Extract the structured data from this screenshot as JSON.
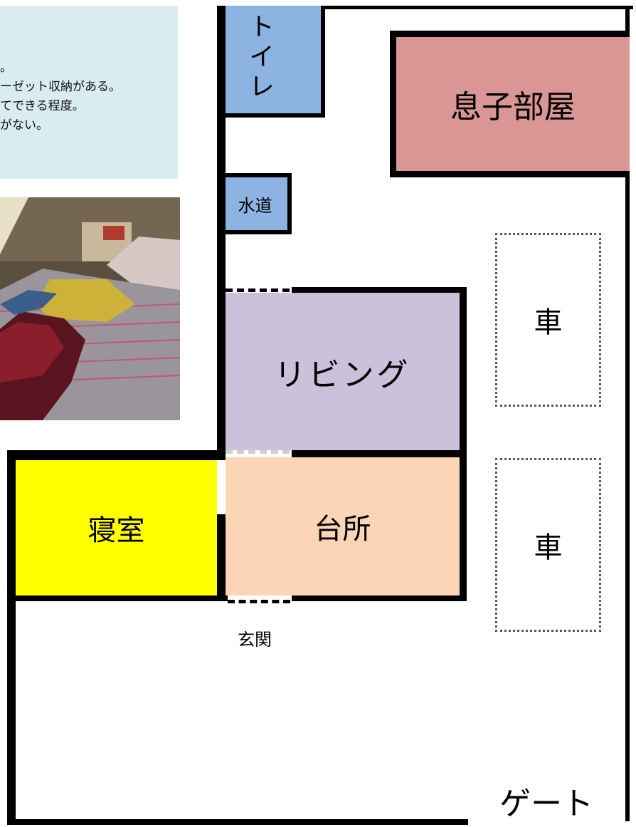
{
  "info": {
    "lines": [
      "。",
      "ーゼット収納がある。",
      "てできる程度。",
      "がない。"
    ]
  },
  "rooms": {
    "toilet": "トイレ",
    "sink": "水道",
    "son_room": "息子部屋",
    "living": "リビング",
    "bedroom": "寝室",
    "kitchen": "台所",
    "car_1": "車",
    "car_2": "車",
    "entrance": "玄関",
    "gate": "ゲート"
  },
  "colors": {
    "info_bg": "#d9ecf2",
    "toilet": "#8db3e2",
    "sink": "#8db3e2",
    "son_room": "#d99694",
    "living": "#ccc1da",
    "bedroom": "#ffff00",
    "kitchen": "#fbd5b5"
  },
  "photo": {
    "subject": "bedroom-bed-photo"
  }
}
